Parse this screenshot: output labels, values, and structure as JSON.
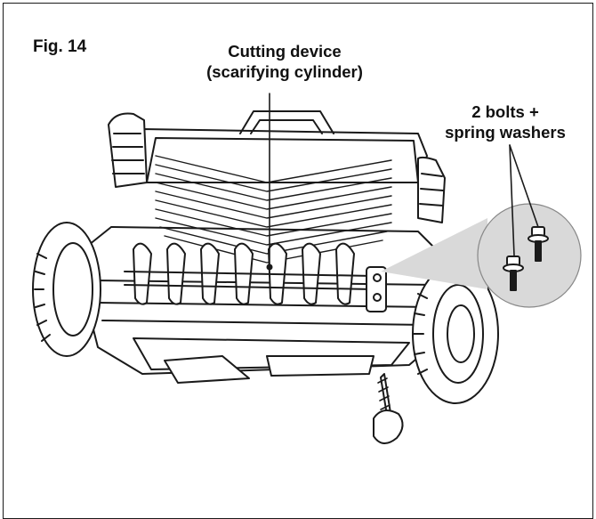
{
  "figure": {
    "label": "Fig. 14"
  },
  "callouts": {
    "cutting_device": {
      "line1": "Cutting device",
      "line2": "(scarifying cylinder)"
    },
    "bolts": {
      "line1": "2 bolts +",
      "line2": "spring washers"
    }
  },
  "colors": {
    "line": "#1a1a1a",
    "zoom_fill": "#d9d9d9",
    "body_fill": "#ffffff"
  }
}
